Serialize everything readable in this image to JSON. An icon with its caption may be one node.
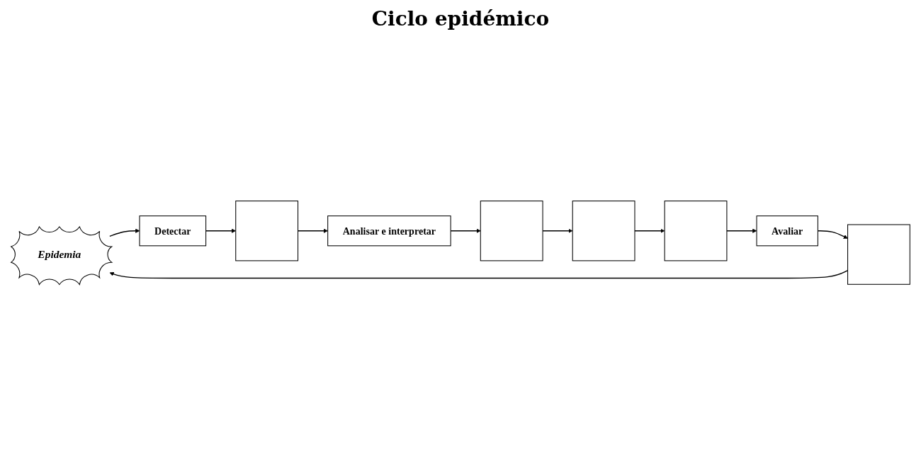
{
  "diagram": {
    "title": "Ciclo epidémico",
    "nodes": [
      {
        "text": [
          "Epidemia"
        ]
      },
      {
        "text": [
          "Detectar"
        ]
      },
      {
        "text": [],
        "shape": "box"
      },
      {
        "text": [
          "Analisar e interpretar"
        ]
      },
      {
        "text": [],
        "shape": "box"
      },
      {
        "text": [],
        "shape": "box"
      },
      {
        "text": [],
        "shape": "box"
      },
      {
        "text": [
          "Avaliar"
        ]
      },
      {
        "text": [],
        "shape": "box"
      }
    ],
    "edges": [
      {
        "from": 0,
        "to": 1,
        "arrow": "to"
      },
      {
        "from": 1,
        "to": 2,
        "arrow": "to"
      },
      {
        "from": 2,
        "to": 3,
        "arrow": "to"
      },
      {
        "from": 3,
        "to": 4,
        "arrow": "to"
      },
      {
        "from": 4,
        "to": 5,
        "arrow": "to"
      },
      {
        "from": 5,
        "to": 6,
        "arrow": "to"
      },
      {
        "from": 6,
        "to": 7,
        "arrow": "to"
      },
      {
        "from": 7,
        "to": 8,
        "arrow": "to"
      },
      {
        "from": 8,
        "to": 0,
        "arrow": "to"
      }
    ]
  }
}
